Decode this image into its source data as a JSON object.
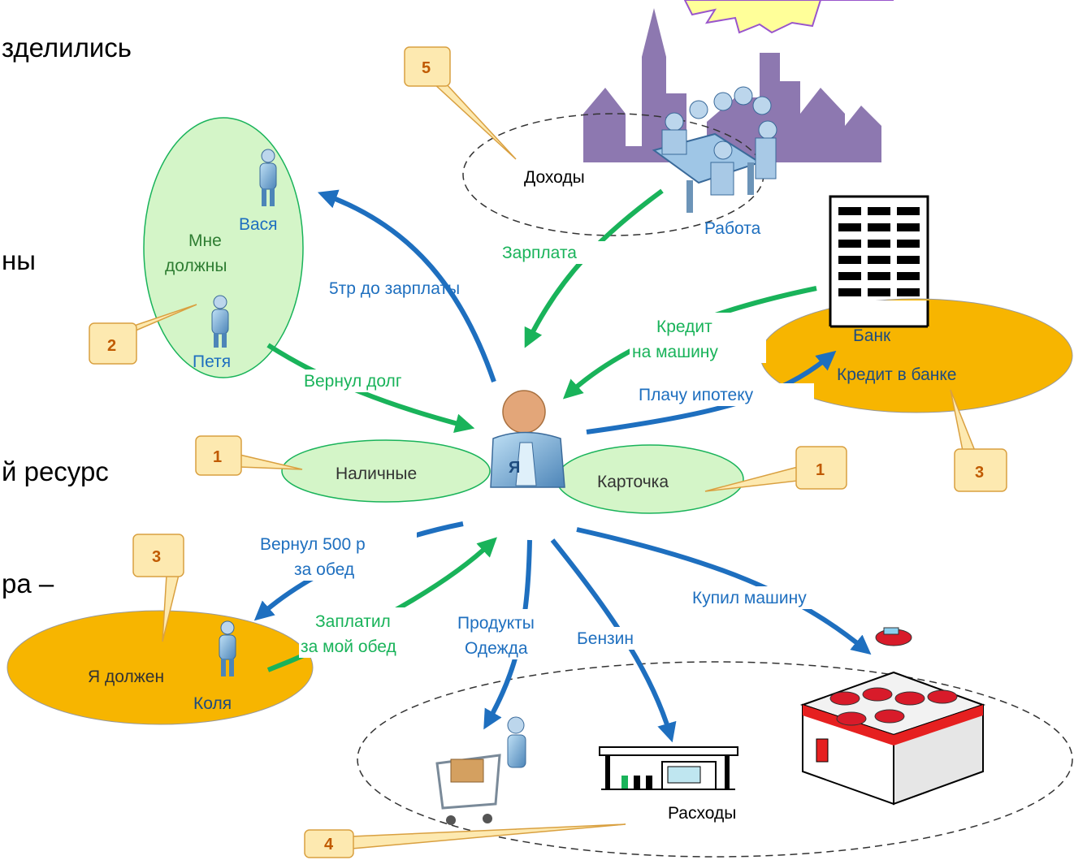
{
  "side_text": [
    "зделились",
    "ны",
    "й ресурс",
    "ра –"
  ],
  "callouts": {
    "c1_left": "1",
    "c1_right": "1",
    "c2": "2",
    "c3_left": "3",
    "c3_right": "3",
    "c4": "4",
    "c5": "5"
  },
  "groups": {
    "income": "Доходы",
    "work": "Работа",
    "debtors": "Мне\nдолжны",
    "vasya": "Вася",
    "petya": "Петя",
    "bank": "Банк",
    "bank_credit": "Кредит в банке",
    "cash": "Наличные",
    "card": "Карточка",
    "me": "Я",
    "i_owe": "Я должен",
    "kolya": "Коля",
    "expenses": "Расходы"
  },
  "flows": {
    "salary": "Зарплата",
    "loan_5k": "5тр до зарплаты",
    "returned_debt": "Вернул долг",
    "car_credit": "Кредит\nна машину",
    "mortgage": "Плачу ипотеку",
    "returned_500": "Вернул 500 р\nза обед",
    "paid_lunch": "Заплатил\nза мой обед",
    "groceries_clothes": "Продукты\nОдежда",
    "fuel": "Бензин",
    "bought_car": "Купил машину"
  },
  "colors": {
    "blue": "#1e6fbf",
    "green": "#19b35a",
    "callout_fill": "#fde9b0",
    "callout_border": "#d9a040",
    "callout_text": "#c05a00",
    "orange": "#f7b500",
    "light_green": "#d4f5c8",
    "purple": "#8d78b0"
  }
}
